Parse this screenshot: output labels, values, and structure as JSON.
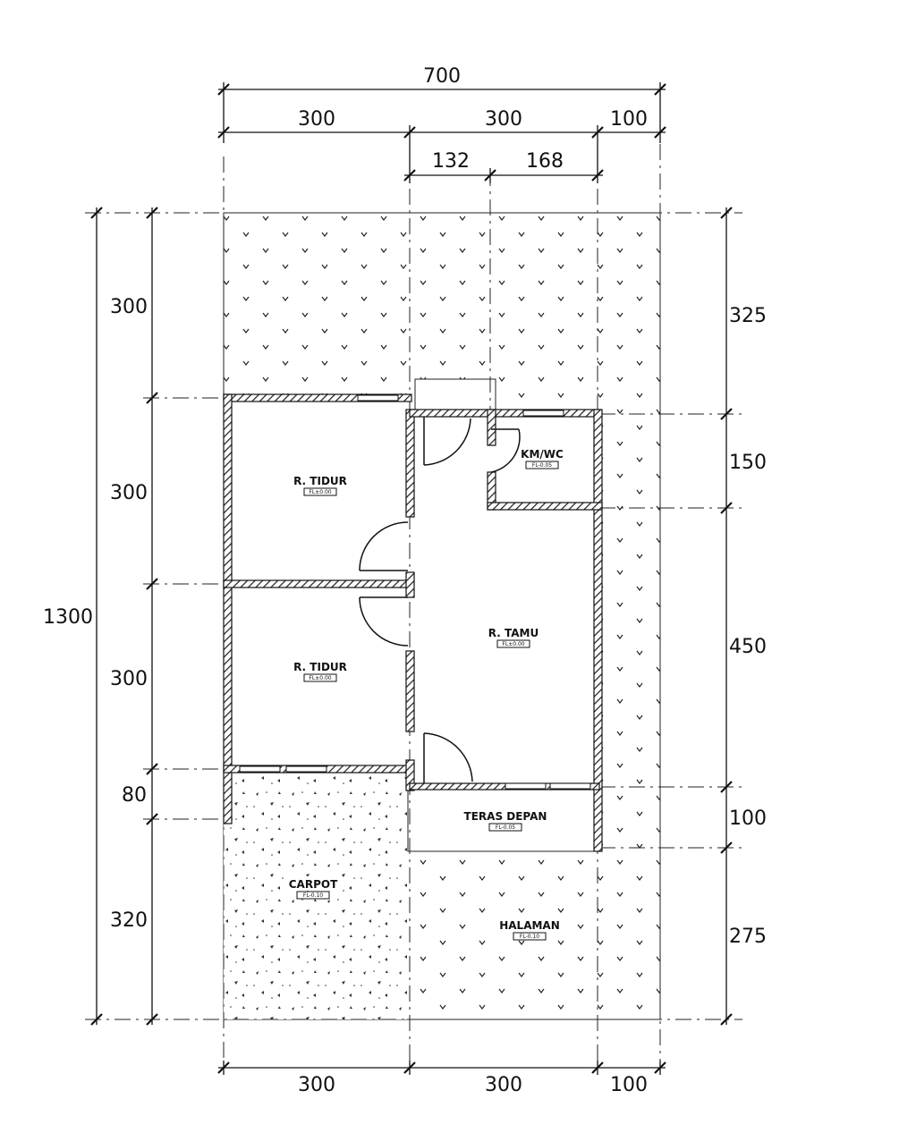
{
  "dimensions": {
    "top_total": "700",
    "top_left": "300",
    "top_mid": "300",
    "top_right": "100",
    "sub_a": "132",
    "sub_b": "168",
    "left_total": "1300",
    "left_1": "300",
    "left_2": "300",
    "left_3": "300",
    "left_4": "80",
    "left_5": "320",
    "right_1": "325",
    "right_2": "150",
    "right_3": "450",
    "right_4": "100",
    "right_5": "275",
    "bottom_left": "300",
    "bottom_mid": "300",
    "bottom_right": "100"
  },
  "rooms": {
    "bedroom_1": {
      "name": "R. TIDUR",
      "tag": "FL±0.00"
    },
    "bedroom_2": {
      "name": "R. TIDUR",
      "tag": "FL±0.00"
    },
    "bath": {
      "name": "KM/WC",
      "tag": "FL-0.05"
    },
    "living": {
      "name": "R. TAMU",
      "tag": "FL±0.00"
    },
    "terrace": {
      "name": "TERAS DEPAN",
      "tag": "FL-0.05"
    },
    "carport": {
      "name": "CARPOT",
      "tag": "FL-0.10"
    },
    "yard": {
      "name": "HALAMAN",
      "tag": "FL-0.10"
    }
  }
}
